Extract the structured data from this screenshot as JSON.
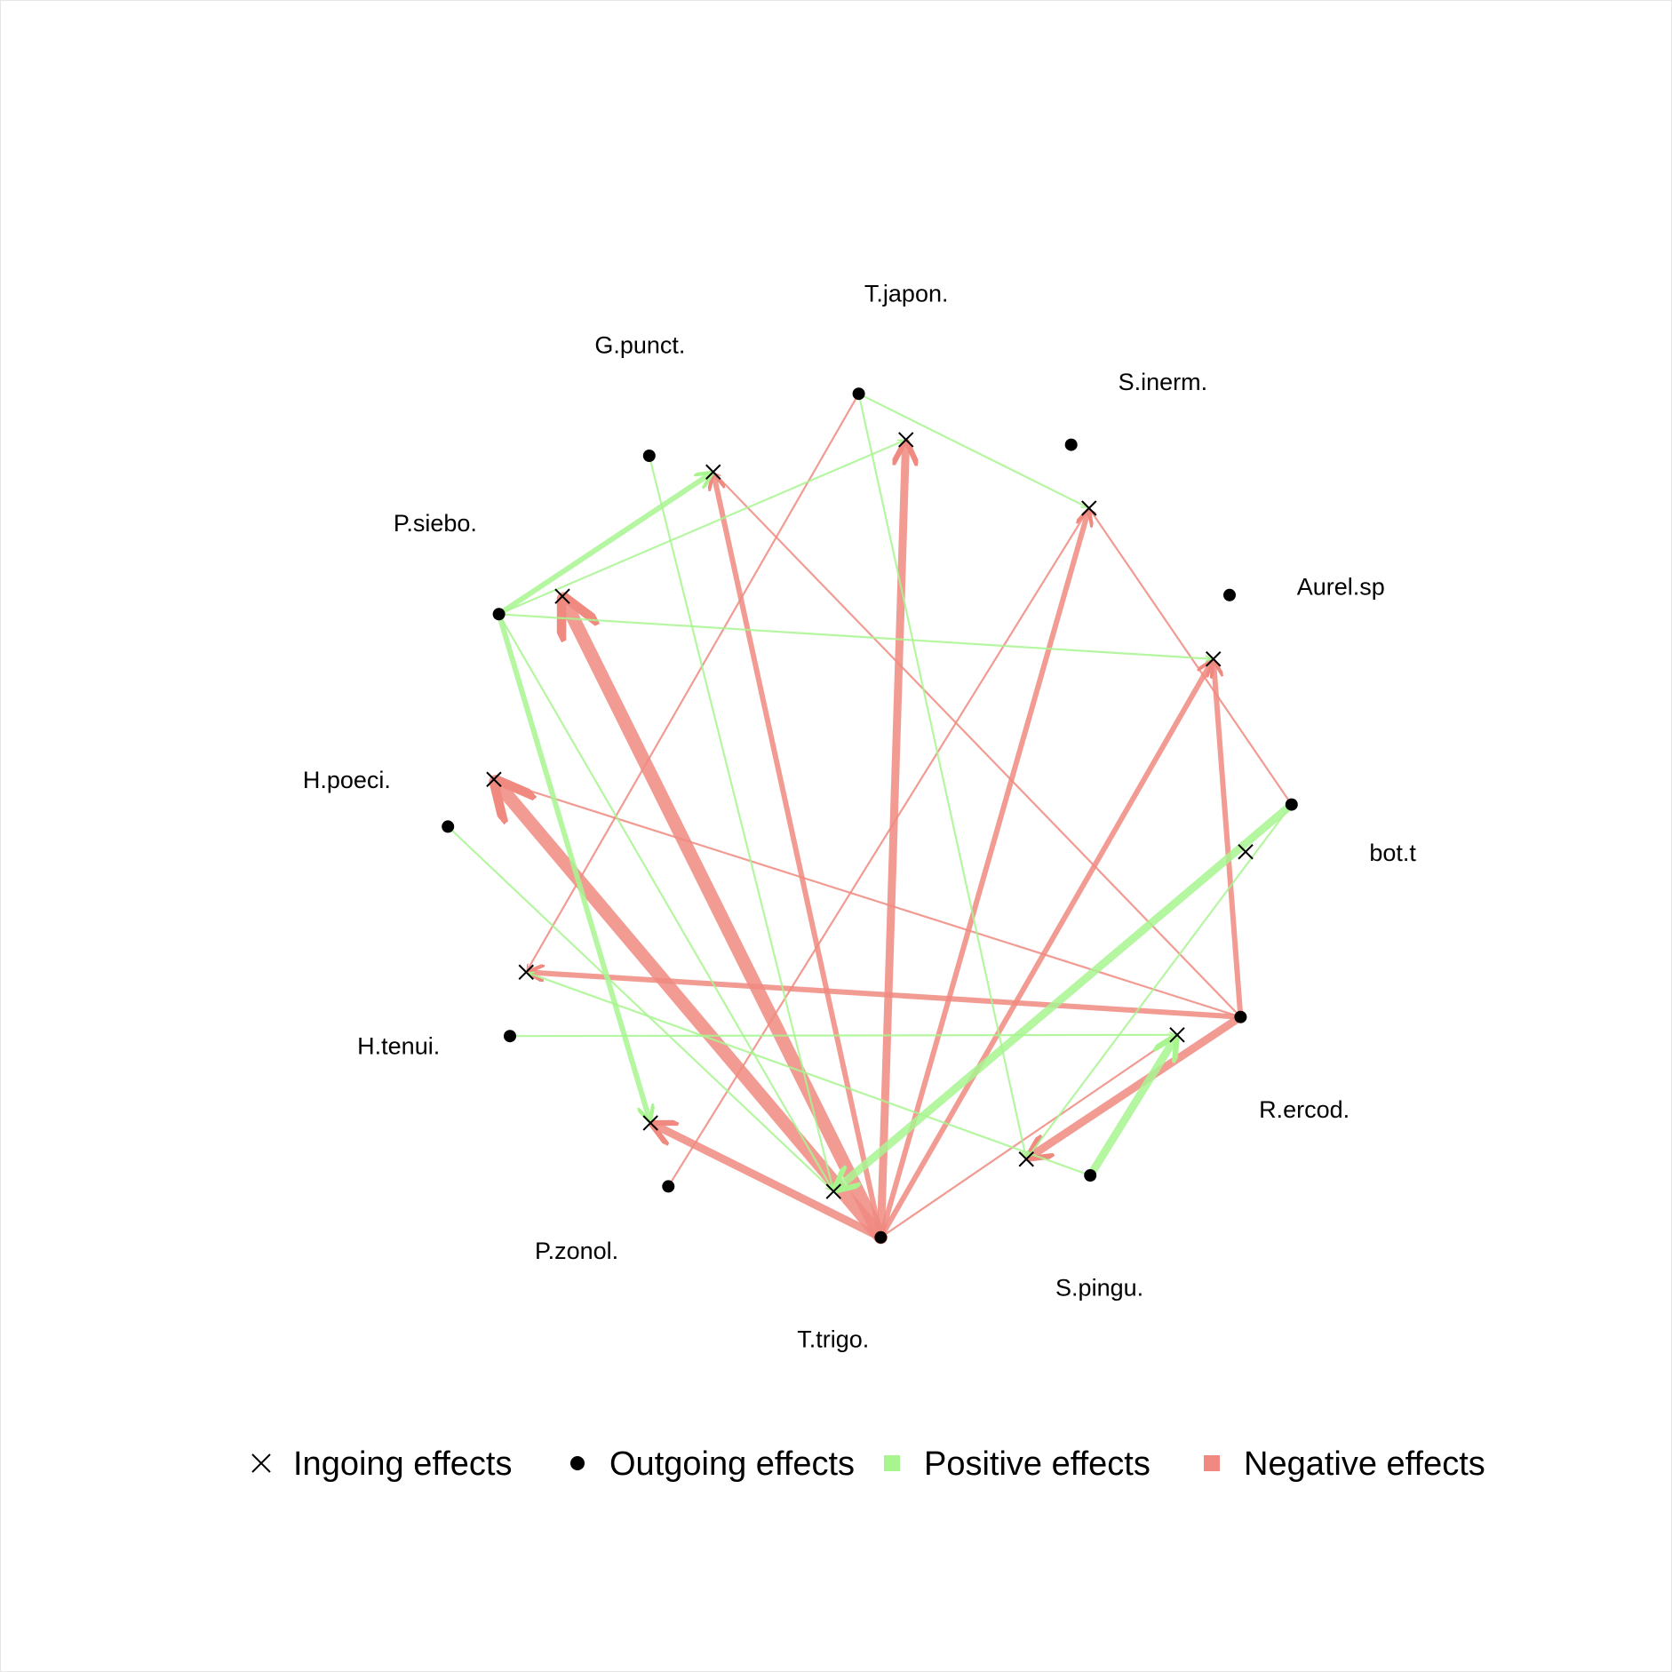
{
  "chart_data": {
    "type": "network",
    "nodes": [
      {
        "id": "T.japon.",
        "label": "T.japon."
      },
      {
        "id": "S.inerm.",
        "label": "S.inerm."
      },
      {
        "id": "Aurel.sp",
        "label": "Aurel.sp"
      },
      {
        "id": "bot.t",
        "label": "bot.t"
      },
      {
        "id": "R.ercod.",
        "label": "R.ercod."
      },
      {
        "id": "S.pingu.",
        "label": "S.pingu."
      },
      {
        "id": "T.trigo.",
        "label": "T.trigo."
      },
      {
        "id": "P.zonol.",
        "label": "P.zonol."
      },
      {
        "id": "H.tenui.",
        "label": "H.tenui."
      },
      {
        "id": "H.poeci.",
        "label": "H.poeci."
      },
      {
        "id": "P.siebo.",
        "label": "P.siebo."
      },
      {
        "id": "G.punct.",
        "label": "G.punct."
      }
    ],
    "edges": [
      {
        "from": "T.trigo.",
        "to": "T.japon.",
        "sign": "negative",
        "weight": 3
      },
      {
        "from": "T.trigo.",
        "to": "P.siebo.",
        "sign": "negative",
        "weight": 4
      },
      {
        "from": "T.trigo.",
        "to": "H.poeci.",
        "sign": "negative",
        "weight": 4
      },
      {
        "from": "T.trigo.",
        "to": "P.zonol.",
        "sign": "negative",
        "weight": 3
      },
      {
        "from": "T.trigo.",
        "to": "G.punct.",
        "sign": "negative",
        "weight": 2
      },
      {
        "from": "T.trigo.",
        "to": "S.inerm.",
        "sign": "negative",
        "weight": 2
      },
      {
        "from": "T.trigo.",
        "to": "Aurel.sp",
        "sign": "negative",
        "weight": 2
      },
      {
        "from": "T.trigo.",
        "to": "R.ercod.",
        "sign": "negative",
        "weight": 1
      },
      {
        "from": "R.ercod.",
        "to": "H.tenui.",
        "sign": "negative",
        "weight": 2
      },
      {
        "from": "R.ercod.",
        "to": "Aurel.sp",
        "sign": "negative",
        "weight": 2
      },
      {
        "from": "R.ercod.",
        "to": "H.poeci.",
        "sign": "negative",
        "weight": 1
      },
      {
        "from": "R.ercod.",
        "to": "S.pingu.",
        "sign": "negative",
        "weight": 3
      },
      {
        "from": "R.ercod.",
        "to": "G.punct.",
        "sign": "negative",
        "weight": 1
      },
      {
        "from": "T.japon.",
        "to": "H.tenui.",
        "sign": "negative",
        "weight": 1
      },
      {
        "from": "P.zonol.",
        "to": "S.inerm.",
        "sign": "negative",
        "weight": 1
      },
      {
        "from": "bot.t",
        "to": "S.inerm.",
        "sign": "negative",
        "weight": 1
      },
      {
        "from": "P.siebo.",
        "to": "G.punct.",
        "sign": "positive",
        "weight": 2
      },
      {
        "from": "P.siebo.",
        "to": "T.japon.",
        "sign": "positive",
        "weight": 1
      },
      {
        "from": "P.siebo.",
        "to": "Aurel.sp",
        "sign": "positive",
        "weight": 1
      },
      {
        "from": "P.siebo.",
        "to": "P.zonol.",
        "sign": "positive",
        "weight": 2
      },
      {
        "from": "P.siebo.",
        "to": "T.trigo.",
        "sign": "positive",
        "weight": 1
      },
      {
        "from": "T.japon.",
        "to": "S.inerm.",
        "sign": "positive",
        "weight": 1
      },
      {
        "from": "T.japon.",
        "to": "S.pingu.",
        "sign": "positive",
        "weight": 1
      },
      {
        "from": "G.punct.",
        "to": "T.trigo.",
        "sign": "positive",
        "weight": 1
      },
      {
        "from": "bot.t",
        "to": "T.trigo.",
        "sign": "positive",
        "weight": 3
      },
      {
        "from": "bot.t",
        "to": "S.pingu.",
        "sign": "positive",
        "weight": 1
      },
      {
        "from": "S.pingu.",
        "to": "R.ercod.",
        "sign": "positive",
        "weight": 3
      },
      {
        "from": "S.pingu.",
        "to": "H.tenui.",
        "sign": "positive",
        "weight": 1
      },
      {
        "from": "H.poeci.",
        "to": "T.trigo.",
        "sign": "positive",
        "weight": 1
      },
      {
        "from": "H.tenui.",
        "to": "R.ercod.",
        "sign": "positive",
        "weight": 1
      }
    ],
    "colors": {
      "positive": "#a8f590",
      "negative": "#f08a80",
      "marker": "#000000"
    },
    "legend": {
      "position": "bottom",
      "items": [
        {
          "symbol": "cross",
          "label": "Ingoing effects"
        },
        {
          "symbol": "dot",
          "label": "Outgoing effects"
        },
        {
          "symbol": "square-positive",
          "label": "Positive effects"
        },
        {
          "symbol": "square-negative",
          "label": "Negative effects"
        }
      ]
    }
  }
}
